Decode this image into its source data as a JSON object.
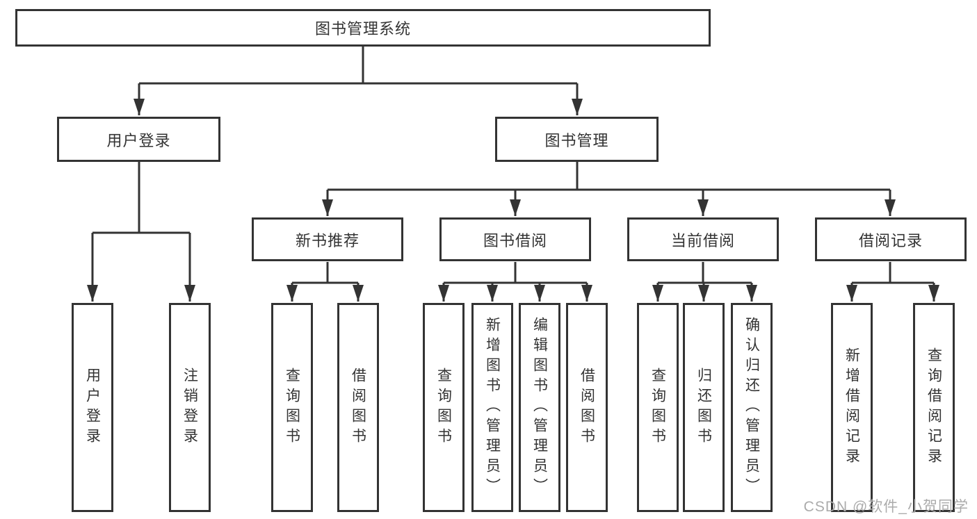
{
  "tree": {
    "root": "图书管理系统",
    "branches": [
      {
        "label": "用户登录",
        "children": [
          "用户登录",
          "注销登录"
        ]
      },
      {
        "label": "图书管理",
        "children": [
          {
            "label": "新书推荐",
            "children": [
              "查询图书",
              "借阅图书"
            ]
          },
          {
            "label": "图书借阅",
            "children": [
              "查询图书",
              "新增图书（管理员）",
              "编辑图书（管理员）",
              "借阅图书"
            ]
          },
          {
            "label": "当前借阅",
            "children": [
              "查询图书",
              "归还图书",
              "确认归还（管理员）"
            ]
          },
          {
            "label": "借阅记录",
            "children": [
              "新增借阅记录",
              "查询借阅记录"
            ]
          }
        ]
      }
    ]
  },
  "watermark": "CSDN @软件_小贺同学",
  "colors": {
    "line": "#333333",
    "text": "#333333",
    "background": "#ffffff",
    "watermark": "#ababab"
  }
}
